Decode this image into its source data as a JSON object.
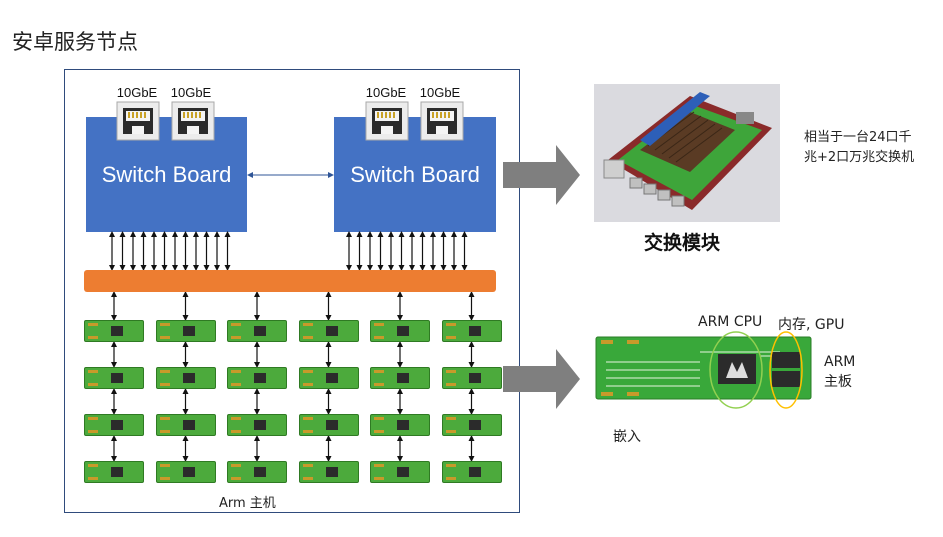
{
  "page": {
    "title": "安卓服务节点"
  },
  "chassis": {
    "switch_boards": [
      {
        "label": "Switch Board",
        "ports": [
          "10GbE",
          "10GbE"
        ]
      },
      {
        "label": "Switch Board",
        "ports": [
          "10GbE",
          "10GbE"
        ]
      }
    ],
    "host_label": "Arm 主机",
    "host_grid": {
      "columns": 6,
      "rows": 4
    }
  },
  "switch_module": {
    "label": "交换模块",
    "description_lines": [
      "相当于一台24口千",
      "兆+2口万兆交换机"
    ]
  },
  "arm_board": {
    "cpu_label": "ARM CPU",
    "memory_gpu_label": "内存, GPU",
    "board_label_lines": [
      "ARM",
      "主板"
    ],
    "embed_label": "嵌入"
  },
  "colors": {
    "switch_blue": "#4472c4",
    "bus_orange": "#ed7d31",
    "board_green": "#4caa3c",
    "arrow_gray": "#7f7f7f",
    "highlight_green": "#92d050",
    "highlight_yellow": "#ffc000"
  }
}
